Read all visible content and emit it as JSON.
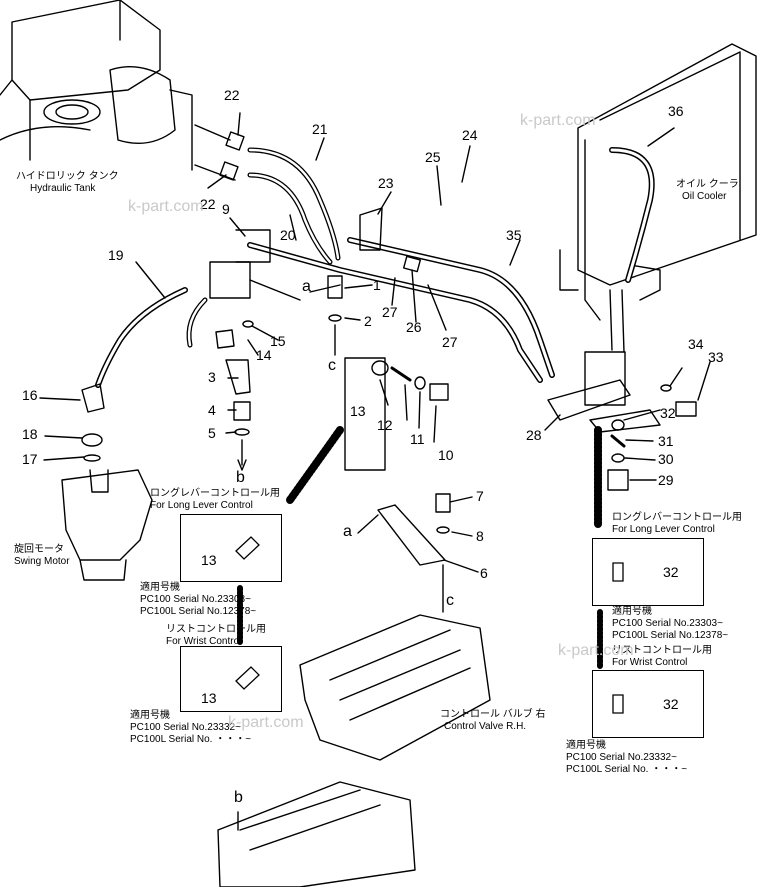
{
  "watermark": {
    "text1": "k-part.com",
    "text2": "k-part.com",
    "text3": "k-part.com",
    "text4": "k-part.com"
  },
  "labels": {
    "hydraulic_tank_jp": "ハイドロリック タンク",
    "hydraulic_tank_en": "Hydraulic Tank",
    "oil_cooler_jp": "オイル クーラ",
    "oil_cooler_en": "Oil Cooler",
    "swing_motor_jp": "旋回モータ",
    "swing_motor_en": "Swing Motor",
    "control_valve_jp": "コントロール バルブ 右",
    "control_valve_en": "Control Valve R.H."
  },
  "parts": [
    "1",
    "2",
    "3",
    "4",
    "5",
    "6",
    "7",
    "8",
    "9",
    "10",
    "11",
    "12",
    "13",
    "14",
    "15",
    "16",
    "17",
    "18",
    "19",
    "20",
    "21",
    "22",
    "23",
    "24",
    "25",
    "26",
    "27",
    "28",
    "29",
    "30",
    "31",
    "32",
    "33",
    "34",
    "35",
    "36"
  ],
  "callouts": {
    "a": "a",
    "b": "b",
    "c": "c"
  },
  "left_block": {
    "long_jp": "ロングレバーコントロール用",
    "long_en": "For Long Lever Control",
    "box1_part": "13",
    "serial_head": "適用号機",
    "serial1": "PC100   Serial No.23303~",
    "serial2": "PC100L  Serial No.12378~",
    "wrist_jp": "リストコントロール用",
    "wrist_en": "For Wrist Control",
    "box2_part": "13",
    "serial_head2": "適用号機",
    "serial3": "PC100   Serial No.23332~",
    "serial4": "PC100L  Serial No. ・・・~"
  },
  "right_block": {
    "long_jp": "ロングレバーコントロール用",
    "long_en": "For Long Lever Control",
    "box1_part": "32",
    "serial_head": "適用号機",
    "serial1": "PC100   Serial No.23303~",
    "serial2": "PC100L  Serial No.12378~",
    "wrist_jp": "リストコントロール用",
    "wrist_en": "For Wrist Control",
    "box2_part": "32",
    "serial_head2": "適用号機",
    "serial3": "PC100   Serial No.23332~",
    "serial4": "PC100L  Serial No. ・・・~"
  }
}
